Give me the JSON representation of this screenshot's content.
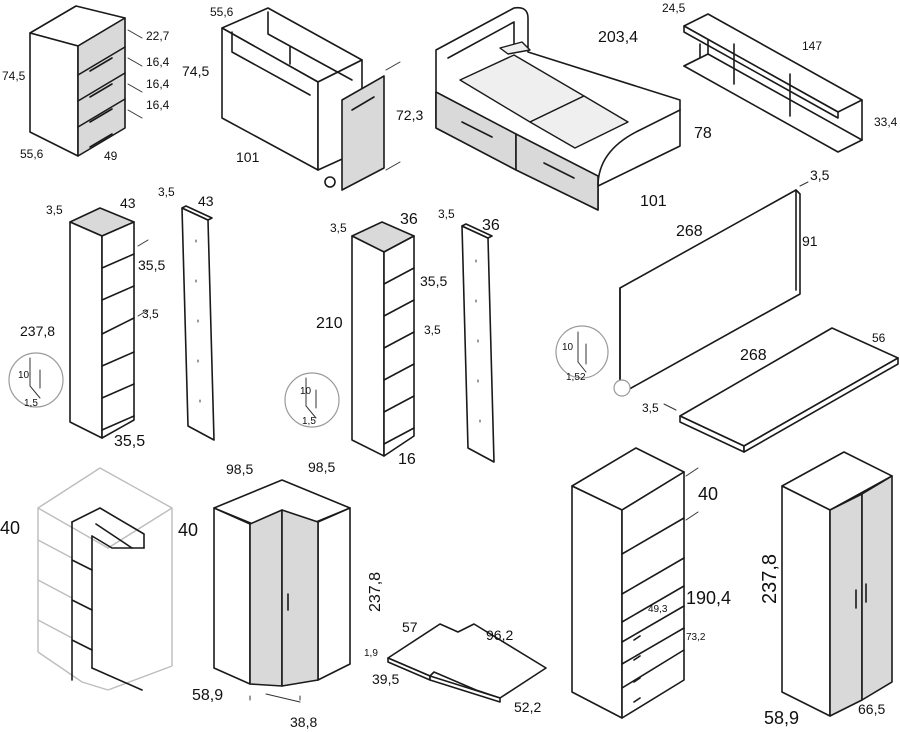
{
  "dimensions": {
    "dresser": [
      "22,7",
      "16,4",
      "16,4",
      "16,4",
      "74,5",
      "55,6",
      "49"
    ],
    "desk": [
      "55,6",
      "74,5",
      "72,3",
      "101"
    ],
    "bed": [
      "203,4",
      "78",
      "101"
    ],
    "shelf": [
      "24,5",
      "147",
      "33,4"
    ],
    "bookcase_tall": [
      "3,5",
      "43",
      "35,5",
      "3,5",
      "237,8",
      "35,5",
      "10",
      "1,5"
    ],
    "side_panel_tall": [
      "3,5",
      "43"
    ],
    "bookcase_short": [
      "3,5",
      "36",
      "35,5",
      "3,5",
      "210",
      "16",
      "10",
      "1,5"
    ],
    "side_panel_short": [
      "3,5",
      "36"
    ],
    "headboard": [
      "3,5",
      "268",
      "91",
      "10",
      "1,5",
      "2"
    ],
    "top_board": [
      "268",
      "56",
      "3,5"
    ],
    "corner_open": [
      "40",
      "40"
    ],
    "corner_wardrobe": [
      "98,5",
      "98,5",
      "237,8",
      "58,9",
      "38,8"
    ],
    "corner_top": [
      "57",
      "96,2",
      "1,9",
      "39,5",
      "52,2"
    ],
    "wardrobe_open": [
      "40",
      "190,4",
      "49,3",
      "73,2"
    ],
    "wardrobe": [
      "237,8",
      "58,9",
      "66,5"
    ]
  }
}
